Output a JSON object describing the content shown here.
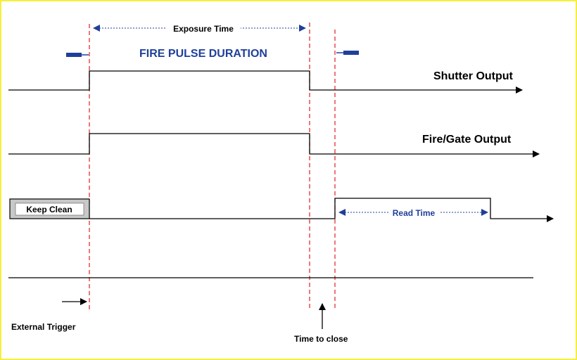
{
  "texts": {
    "exposure_time": "Exposure Time",
    "fire_pulse_duration": "FIRE PULSE DURATION",
    "shutter_output": "Shutter Output",
    "fire_gate_output": "Fire/Gate Output",
    "keep_clean": "Keep Clean",
    "read_time": "Read Time",
    "external_trigger": "External Trigger",
    "time_to_close": "Time to close"
  },
  "colors": {
    "frame_border": "#f6ef3c",
    "marker_red": "#e02020",
    "blue_accent": "#1f3f9a",
    "keep_clean_fill": "#c8c8c8"
  }
}
